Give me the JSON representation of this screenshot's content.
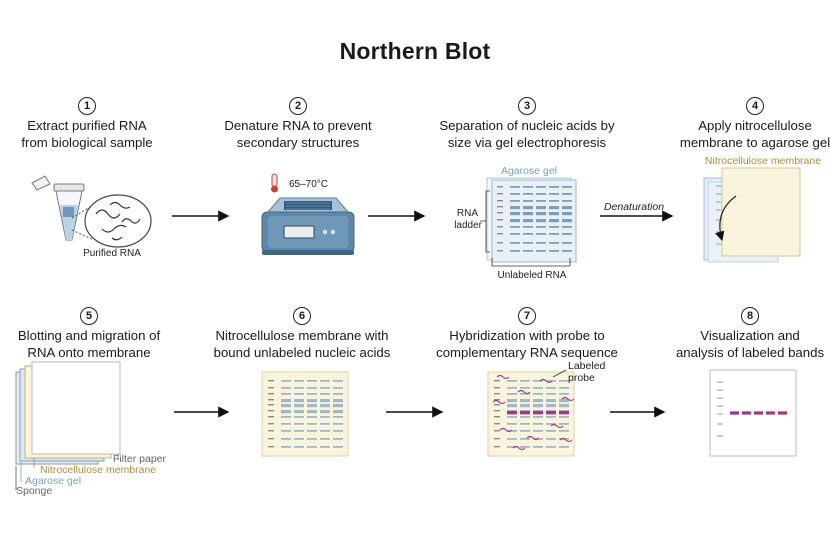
{
  "title": "Northern Blot",
  "steps": [
    {
      "num": "1",
      "line1": "Extract purified RNA",
      "line2": "from biological sample"
    },
    {
      "num": "2",
      "line1": "Denature RNA to prevent",
      "line2": "secondary structures"
    },
    {
      "num": "3",
      "line1": "Separation of nucleic acids by",
      "line2": "size via gel electrophoresis"
    },
    {
      "num": "4",
      "line1": "Apply nitrocellulose",
      "line2": "membrane to agarose gel"
    },
    {
      "num": "5",
      "line1": "Blotting and migration of",
      "line2": "RNA onto membrane"
    },
    {
      "num": "6",
      "line1": "Nitrocellulose membrane with",
      "line2": "bound unlabeled nucleic acids"
    },
    {
      "num": "7",
      "line1": "Hybridization with probe to",
      "line2": "complementary RNA sequence"
    },
    {
      "num": "8",
      "line1": "Visualization and",
      "line2": "analysis of labeled bands"
    }
  ],
  "labels": {
    "purified_rna": "Purified RNA",
    "temperature": "65–70°C",
    "agarose_gel": "Agarose gel",
    "rna": "RNA",
    "ladder": "ladder",
    "unlabeled_rna": "Unlabeled RNA",
    "denaturation": "Denaturation",
    "nitrocellulose_membrane": "Nitrocellulose membrane",
    "labeled": "Labeled",
    "probe": "probe",
    "filter_paper": "Filter paper",
    "sponge": "Sponge"
  },
  "colors": {
    "gel_blue": "#7aa0bd",
    "membrane_tan": "#b08a3e",
    "probe_magenta": "#9e3a8c",
    "incubator_blue": "#5e88a8"
  }
}
